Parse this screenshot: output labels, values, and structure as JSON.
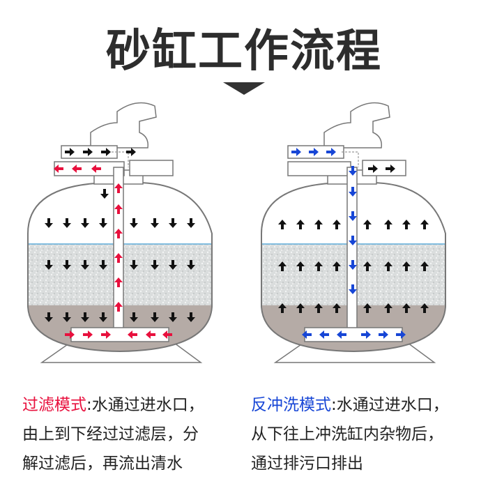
{
  "title": "砂缸工作流程",
  "colors": {
    "filter_arrow": "#e8103d",
    "backwash_arrow": "#1746d6",
    "flow_arrow": "#111111",
    "water_line": "#5aa9d6",
    "sand": "#d9dcdc",
    "gravel": "#b3a9a4"
  },
  "captions": {
    "filter": {
      "mode": "过滤模式",
      "lines": [
        "水通过进水口，",
        "由上到下经过过滤层，分",
        "解过滤后，再流出清水"
      ]
    },
    "backwash": {
      "mode": "反冲洗模式",
      "lines": [
        "水通过进水口，",
        "从下往上冲洗缸内杂物后，",
        "通过排污口排出"
      ]
    }
  }
}
